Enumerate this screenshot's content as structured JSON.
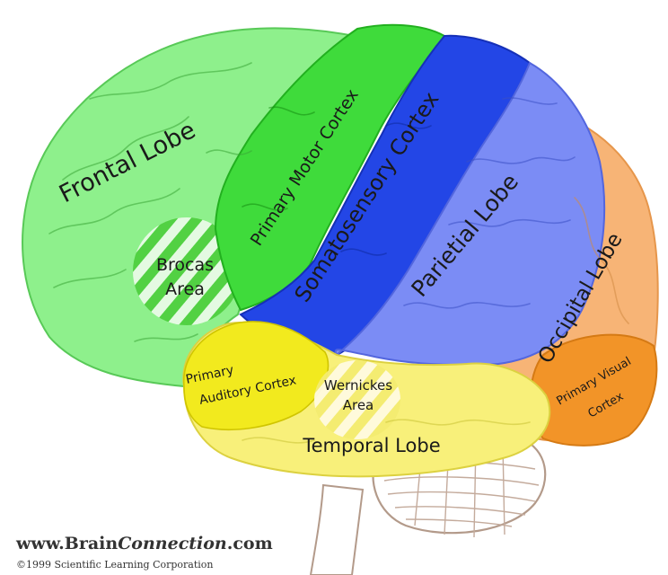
{
  "regions": {
    "frontal_lobe": "Frontal Lobe",
    "primary_motor_cortex": "Primary Motor Cortex",
    "somatosensory_cortex": "Somatosensory Cortex",
    "parietal_lobe": "Parietial Lobe",
    "occipital_lobe": "Occipital Lobe",
    "brocas_area_line1": "Brocas",
    "brocas_area_line2": "Area",
    "primary_auditory_line1": "Primary",
    "primary_auditory_line2": "Auditory Cortex",
    "wernickes_line1": "Wernickes",
    "wernickes_line2": "Area",
    "temporal_lobe": "Temporal Lobe",
    "primary_visual_line1": "Primary Visual",
    "primary_visual_line2": "Cortex"
  },
  "credit": {
    "site_prefix": "www.Brain",
    "site_italic": "Connection",
    "site_suffix": ".com",
    "copyright": "©1999 Scientific Learning Corporation"
  },
  "colors": {
    "frontal": "#8ef08c",
    "motor": "#3fdb3b",
    "somatosensory": "#2346e6",
    "parietal": "#7b8cf5",
    "occipital": "#f7b476",
    "visual": "#f29428",
    "temporal": "#f8f07a",
    "auditory": "#f2ea1e",
    "cerebellum": "#ffffff"
  }
}
